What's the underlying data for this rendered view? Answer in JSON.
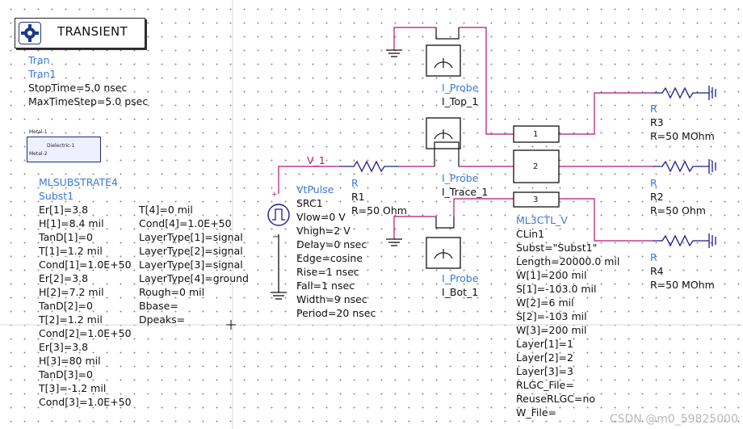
{
  "transient": {
    "title": "TRANSIENT",
    "lines": [
      "Tran",
      "Tran1",
      "StopTime=5.0 nsec",
      "MaxTimeStep=5.0 psec"
    ]
  },
  "substrate": {
    "box": {
      "metal1": "Metal-1",
      "dielectric1": "Dielectric-1",
      "metal2": "Metal-2"
    },
    "lines_left": [
      "MLSUBSTRATE4",
      "Subst1",
      "Er[1]=3.8",
      "H[1]=8.4 mil",
      "TanD[1]=0",
      "T[1]=1.2 mil",
      "Cond[1]=1.0E+50",
      "Er[2]=3.8",
      "H[2]=7.2 mil",
      "TanD[2]=0",
      "T[2]=1.2 mil",
      "Cond[2]=1.0E+50",
      "Er[3]=3.8",
      "H[3]=80 mil",
      "TanD[3]=0",
      "T[3]=-1.2 mil",
      "Cond[3]=1.0E+50"
    ],
    "lines_right": [
      "T[4]=0 mil",
      "Cond[4]=1.0E+50",
      "LayerType[1]=signal",
      "LayerType[2]=signal",
      "LayerType[3]=signal",
      "LayerType[4]=ground",
      "Rough=0 mil",
      "Bbase=",
      "Dpeaks="
    ]
  },
  "node_label": "V_1",
  "source": {
    "lines": [
      "VtPulse",
      "SRC1",
      "Vlow=0 V",
      "Vhigh=2 V",
      "Delay=0 nsec",
      "Edge=cosine",
      "Rise=1 nsec",
      "Fall=1 nsec",
      "Width=9 nsec",
      "Period=20 nsec"
    ]
  },
  "r1": {
    "lines": [
      "R",
      "R1",
      "R=50 Ohm"
    ]
  },
  "probe_top": {
    "lines": [
      "I_Probe",
      "I_Top_1"
    ]
  },
  "probe_trace": {
    "lines": [
      "I_Probe",
      "I_Trace_1"
    ]
  },
  "probe_bot": {
    "lines": [
      "I_Probe",
      "I_Bot_1"
    ]
  },
  "r3": {
    "lines": [
      "R",
      "R3",
      "R=50 MOhm"
    ]
  },
  "r2": {
    "lines": [
      "R",
      "R2",
      "R=50 Ohm"
    ]
  },
  "r4": {
    "lines": [
      "R",
      "R4",
      "R=50 MOhm"
    ]
  },
  "clin": {
    "pins": [
      "1",
      "2",
      "3"
    ],
    "lines": [
      "ML3CTL_V",
      "CLin1",
      "Subst=\"Subst1\"",
      "Length=20000.0 mil",
      "W[1]=200 mil",
      "S[1]=-103.0 mil",
      "W[2]=6 mil",
      "S[2]=-103 mil",
      "W[3]=200 mil",
      "Layer[1]=1",
      "Layer[2]=2",
      "Layer[3]=3",
      "RLGC_File=",
      "ReuseRLGC=no",
      "W_File="
    ]
  },
  "watermark": "CSDN @m0_59825000",
  "colors": {
    "wire": "#b5107a",
    "label": "#3b78d8",
    "text": "#111111"
  }
}
